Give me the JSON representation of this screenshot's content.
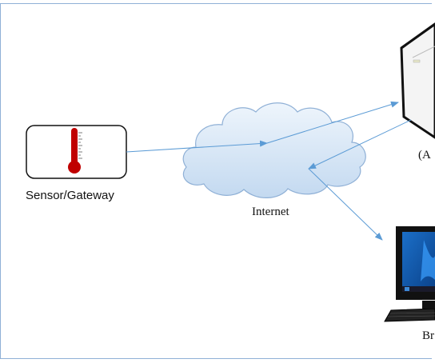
{
  "diagram": {
    "sensor_label": "Sensor/Gateway",
    "internet_label": "Internet",
    "server_label": "(A",
    "browser_label": "Br"
  },
  "colors": {
    "frame_border": "#8fb0d6",
    "arrow": "#5b9bd5",
    "cloud_fill": "#d3e4f6",
    "cloud_stroke": "#8fb0d6",
    "thermometer": "#c00000"
  },
  "icons": [
    "thermometer-icon",
    "cloud-icon",
    "server-icon",
    "desktop-computer-icon"
  ]
}
